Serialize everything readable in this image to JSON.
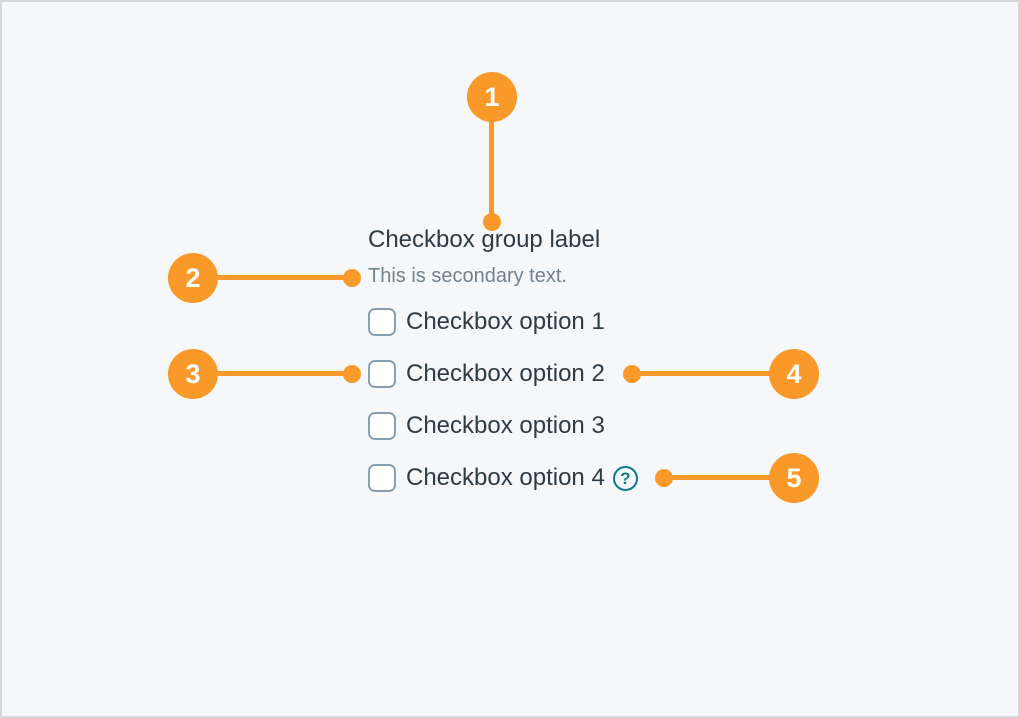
{
  "colors": {
    "annotation_orange": "#f8992a",
    "primary_text": "#2d3b45",
    "secondary_text": "#71828f",
    "checkbox_border": "#8c9fb1",
    "help_icon_teal": "#0e7a8b",
    "frame_background": "#f6f7f9",
    "frame_border": "#d7d8db"
  },
  "checkbox_group": {
    "label": "Checkbox group label",
    "secondary_text": "This is secondary text.",
    "options": [
      {
        "label": "Checkbox option 1",
        "checked": false
      },
      {
        "label": "Checkbox option 2",
        "checked": false
      },
      {
        "label": "Checkbox option 3",
        "checked": false
      },
      {
        "label": "Checkbox option 4",
        "checked": false
      }
    ],
    "help_icon_glyph": "?"
  },
  "callouts": [
    {
      "number": "1"
    },
    {
      "number": "2"
    },
    {
      "number": "3"
    },
    {
      "number": "4"
    },
    {
      "number": "5"
    }
  ]
}
